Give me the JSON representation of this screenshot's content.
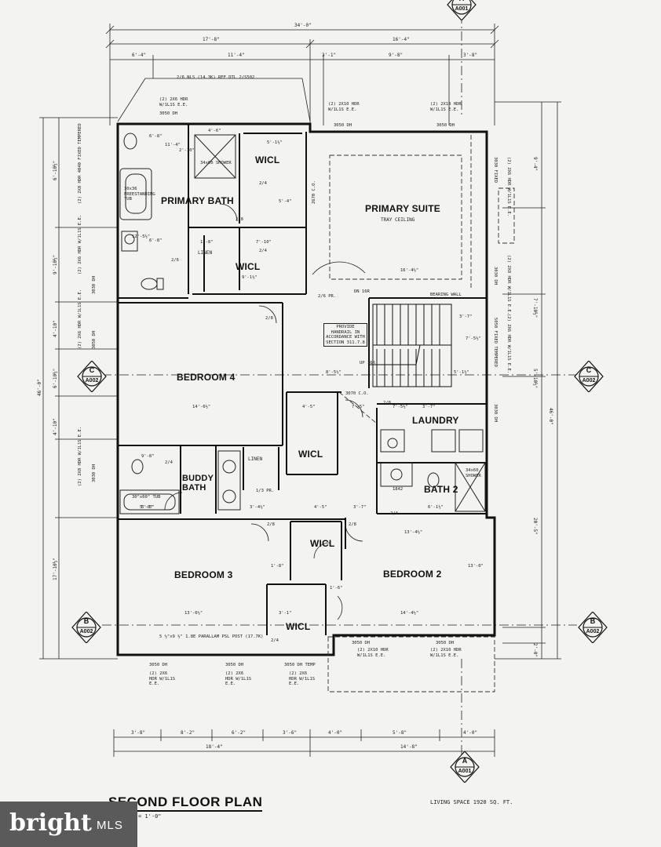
{
  "drawing_title": "SECOND FLOOR PLAN",
  "scale_note": "= 1'-0\"",
  "living_space": "LIVING SPACE 1920 SQ. FT.",
  "watermark": {
    "brand": "bright",
    "suffix": "MLS"
  },
  "rooms": {
    "primary_bath": "PRIMARY BATH",
    "primary_suite": "PRIMARY SUITE",
    "tray_ceiling": "TRAY CEILING",
    "wicl_top": "WICL",
    "wicl_mid": "WICL",
    "bedroom4": "BEDROOM 4",
    "wicl_b4": "WICL",
    "laundry": "LAUNDRY",
    "buddy_bath": "BUDDY\nBATH",
    "bath2": "BATH 2",
    "wicl_b2": "WICL",
    "bedroom3": "BEDROOM 3",
    "bedroom2": "BEDROOM 2",
    "wicl_b3": "WICL",
    "linen1": "LINEN",
    "linen2": "LINEN"
  },
  "notes": {
    "header_note": "2/6 NLS (14.3K) REF DTL 2/S502",
    "shower_top": "34x60 SHOWER",
    "tub_free": "30x36 FREESTANDING TUB",
    "tub_buddy": "30\"x60\" TUB",
    "shower_bath2": "34x60 SHOWER",
    "stair_note": "PROVIDE HANDRAIL IN ACCORDANCE WITH SECTION 311.7.8",
    "dn": "DN 16R",
    "up": "UP 16R",
    "bearing_wall": "BEARING WALL",
    "psl": "5 ½\"x9 ½\" 1.8E PARALLAM PSL POST (17.7K)",
    "co1": "2670 C.O.",
    "co2": "3070 C.O.",
    "pr1": "2/6 PR.",
    "pr2": "1/3 PR.",
    "dim_1842": "1842"
  },
  "dims_top": {
    "overall": "34'-0\"",
    "left": "17'-8\"",
    "right": "16'-4\"",
    "a": "6'-4\"",
    "b": "11'-4\"",
    "c": "3'-1\"",
    "d": "9'-8\"",
    "e": "3'-8\""
  },
  "dims_bottom": {
    "a": "3'-8\"",
    "b": "8'-2\"",
    "c": "6'-2\"",
    "d": "3'-6\"",
    "e": "4'-0\"",
    "f": "5'-8\"",
    "g": "4'-0\"",
    "left": "18'-4\"",
    "right": "14'-8\""
  },
  "dims_side": {
    "overall": "46'-0\"",
    "l1": "6'-10½\"",
    "l2": "9'-10½\"",
    "l3": "4'-10\"",
    "l4": "6'-10½\"",
    "l5": "4'-10\"",
    "l6": "17'-10½\"",
    "r1": "9'-4\"",
    "r2": "7'-10½\"",
    "r3": "5'-10½\"",
    "r4": "20'-5\"",
    "r5": "2'-0\"",
    "r6": "46'-0\""
  },
  "windows": {
    "w1": "(2) 2X6 HDR W/1L1S E.E.",
    "w1b": "3050 DH",
    "w2": "(2) 2X10 HDR W/1L1S E.E.",
    "w3": "(2) 2X10 HDR W/1L1S E.E.",
    "w4": "3050 DH",
    "w5": "3050 DH",
    "w6": "3030 FIXED",
    "w7": "(2) 2X6 HDR W/1L1S E.E.",
    "w8": "3030 DH",
    "w9": "(2) 2X8 HDR W/1L1S E.E.",
    "w10": "5050 FIXED TEMPERED",
    "w11": "(2) 2X6 HDR W/1L1S E.E.",
    "w12": "3030 DH",
    "w13": "3050 DH",
    "w14": "(2) 2X10 HDR W/1L1S E.E.",
    "w15": "(2) 2X10 HDR W/1L1S E.E.",
    "w16": "3050 DH",
    "w17": "3050 DH",
    "w18": "3050 DH",
    "w19": "3050 DH TEMP",
    "w20": "(2) 2X6 HDR W/1L1S E.E.",
    "w21": "(2) 2X6 HDR W/1L1S E.E.",
    "w22": "(2) 2X6 HDR W/1L1S E.E.",
    "w23": "(2) 2X6 HDR W/1L1S E.E.",
    "w24": "3030 DH",
    "w25": "(2) 2X6 HDR W/1L1S E.E.",
    "w26": "3050 DH",
    "w27": "(2) 2X8 HDR W/1L1S E.E.",
    "w28": "(2) 2X8 HDR 4040 FIXED TEMPERED",
    "w29": "3030 DH"
  },
  "interior_dims": {
    "d1": "6'-8\"",
    "d2": "11'-4\"",
    "d3": "4'-6\"",
    "d4": "5'-1½\"",
    "d5": "2'-10\"",
    "d6": "6'-8\"",
    "d7": "5'-4\"",
    "d8": "1'-8\"",
    "d9": "7'-10\"",
    "d10": "9'-1½\"",
    "d11": "16'-4½\"",
    "d12": "14'-6½\"",
    "d13": "8'-5½\"",
    "d14": "5'-1½\"",
    "d15": "3'-7\"",
    "d16": "7'-5½\"",
    "d17": "4'-5\"",
    "d18": "7'-5\"",
    "d19": "3'-7\"",
    "d20": "9'-8\"",
    "d21": "5'-5\"",
    "d22": "1'-8\"",
    "d23": "3'-4½\"",
    "d24": "4'-5\"",
    "d25": "3'-7\"",
    "d26": "13'-4½\"",
    "d27": "13'-6½\"",
    "d28": "14'-4½\"",
    "d29": "1'-6\"",
    "d30": "3'-1\"",
    "d31": "5'-0\"",
    "d32": "12'-5½\"",
    "d33": "13'-0\"",
    "d34": "7'-5½\"",
    "d35": "6'-1½\""
  },
  "doors": {
    "d24a": "2/4",
    "d24b": "2/4",
    "d24c": "2/4",
    "d24d": "2/4",
    "d24e": "2/4",
    "d28a": "2/8",
    "d28b": "2/8",
    "d28c": "2/8",
    "d28d": "2/8",
    "d28e": "2/8",
    "d26": "2/6"
  },
  "sections": {
    "A_top": {
      "id": "A",
      "sheet": "A001"
    },
    "A_bot": {
      "id": "A",
      "sheet": "A001"
    },
    "B_left": {
      "id": "B",
      "sheet": "A002"
    },
    "B_right": {
      "id": "B",
      "sheet": "A002"
    },
    "C_left": {
      "id": "C",
      "sheet": "A002"
    },
    "C_right": {
      "id": "C",
      "sheet": "A002"
    }
  }
}
